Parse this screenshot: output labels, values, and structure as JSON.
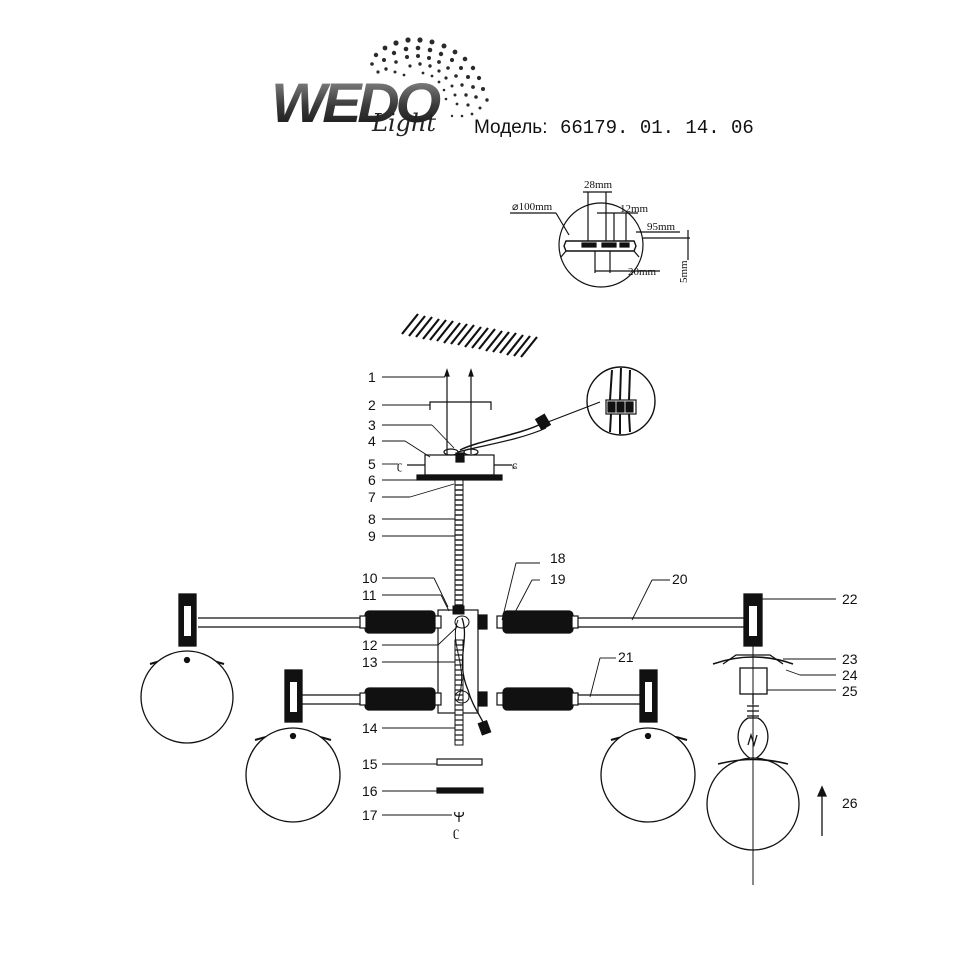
{
  "header": {
    "logo_text": "WEDO",
    "logo_sub": "Light",
    "model_label": "Модель:",
    "model_number": "66179. 01. 14. 06"
  },
  "mount_detail": {
    "dimensions": [
      "28mm",
      "⌀100mm",
      "12mm",
      "95mm",
      "20mm",
      "5mm"
    ]
  },
  "callouts": [
    "1",
    "2",
    "3",
    "4",
    "5",
    "6",
    "7",
    "8",
    "9",
    "10",
    "11",
    "12",
    "13",
    "14",
    "15",
    "16",
    "17",
    "18",
    "19",
    "20",
    "21",
    "22",
    "23",
    "24",
    "25",
    "26"
  ]
}
